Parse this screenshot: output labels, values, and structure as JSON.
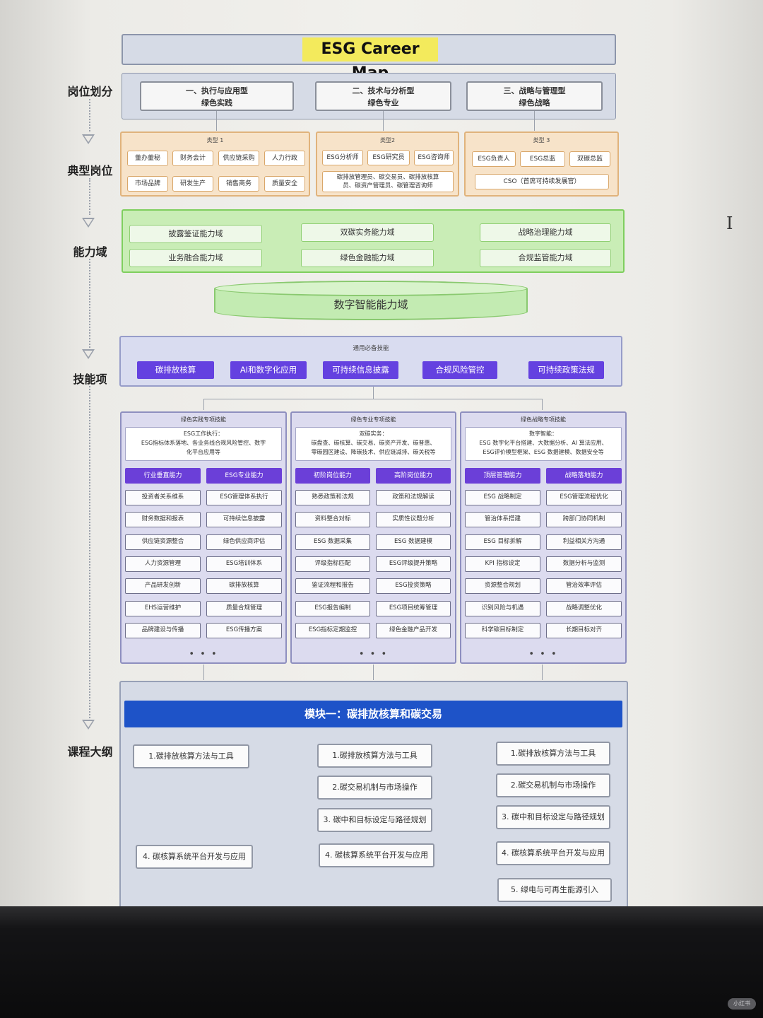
{
  "title": "ESG Career Map",
  "row_labels": [
    "岗位划分",
    "典型岗位",
    "能力域",
    "技能项",
    "课程大纲"
  ],
  "role_types": [
    {
      "line1": "一、执行与应用型",
      "line2": "绿色实践"
    },
    {
      "line1": "二、技术与分析型",
      "line2": "绿色专业"
    },
    {
      "line1": "三、战略与管理型",
      "line2": "绿色战略"
    }
  ],
  "position_groups": [
    {
      "caption": "类型 1",
      "items": [
        "董办董秘",
        "财务会计",
        "供应链采购",
        "人力行政",
        "市场品牌",
        "研发生产",
        "销售商务",
        "质量安全"
      ]
    },
    {
      "caption": "类型2",
      "items": [
        "ESG分析师",
        "ESG研究员",
        "ESG咨询师"
      ],
      "wide_line1": "碳排放管理员、碳交易员、碳排放核算",
      "wide_line2": "员、碳资产管理员、碳管理咨询师"
    },
    {
      "caption": "类型 3",
      "items": [
        "ESG负责人",
        "ESG总监",
        "双碳总监"
      ],
      "wide": "CSO（首席可持续发展官）"
    }
  ],
  "capability_domains": [
    "披露鉴证能力域",
    "双碳实务能力域",
    "战略治理能力域",
    "业务融合能力域",
    "绿色金融能力域",
    "合规监管能力域"
  ],
  "digital_domain": "数字智能能力域",
  "common_skills": {
    "caption": "通用必备技能",
    "items": [
      "碳排放核算",
      "AI和数字化应用",
      "可持续信息披露",
      "合规风险管控",
      "可持续政策法规"
    ]
  },
  "skill_columns": [
    {
      "caption": "绿色实践专项技能",
      "desc_line1": "ESG工作执行：",
      "desc_line2": "ESG指标体系落地、各业务线合规风险管控、数字",
      "desc_line3": "化平台应用等",
      "sub_heads": [
        "行业垂直能力",
        "ESG专业能力"
      ],
      "left": [
        "投资者关系维系",
        "财务数据和报表",
        "供应链资源整合",
        "人力资源管理",
        "产品研发创新",
        "EHS运营维护",
        "品牌建设与传播"
      ],
      "right": [
        "ESG管理体系执行",
        "可持续信息披露",
        "绿色供应商评估",
        "ESG培训体系",
        "碳排放核算",
        "质量合规管理",
        "ESG传播方案"
      ],
      "ellipsis": "• • •"
    },
    {
      "caption": "绿色专业专项技能",
      "desc_line1": "双碳实务：",
      "desc_line2": "碳盘查、碳核算、碳交易、碳资产开发、碳普惠、",
      "desc_line3": "零碳园区建设、降碳技术、供应链减排、碳关税等",
      "sub_heads": [
        "初阶岗位能力",
        "高阶岗位能力"
      ],
      "left": [
        "熟悉政策和法规",
        "资料整合对标",
        "ESG 数据采集",
        "评级指标匹配",
        "鉴证流程和报告",
        "ESG报告编制",
        "ESG指标定期监控"
      ],
      "right": [
        "政策和法规解读",
        "实质性议题分析",
        "ESG 数据建模",
        "ESG评级提升策略",
        "ESG投资策略",
        "ESG项目统筹管理",
        "绿色金融产品开发"
      ],
      "ellipsis": "• • •"
    },
    {
      "caption": "绿色战略专项技能",
      "desc_line1": "数字智能：",
      "desc_line2": "ESG 数字化平台搭建、大数据分析、AI 算法应用、",
      "desc_line3": "ESG评价模型框架、ESG 数据建模、数据安全等",
      "sub_heads": [
        "顶层管理能力",
        "战略落地能力"
      ],
      "left": [
        "ESG 战略制定",
        "管治体系搭建",
        "ESG 目标拆解",
        "KPI 指标设定",
        "资源整合规划",
        "识别风险与机遇",
        "科学碳目标制定"
      ],
      "right": [
        "ESG管理流程优化",
        "跨部门协同机制",
        "利益相关方沟通",
        "数据分析与监测",
        "管治效率评估",
        "战略调整优化",
        "长期目标对齐"
      ],
      "ellipsis": "• • •"
    }
  ],
  "module_title": "模块一：碳排放核算和碳交易",
  "courses": {
    "col1": [
      "1.碳排放核算方法与工具",
      "4. 碳核算系统平台开发与应用"
    ],
    "col2": [
      "1.碳排放核算方法与工具",
      "2.碳交易机制与市场操作",
      "3. 碳中和目标设定与路径规划",
      "4. 碳核算系统平台开发与应用"
    ],
    "col3": [
      "1.碳排放核算方法与工具",
      "2.碳交易机制与市场操作",
      "3. 碳中和目标设定与路径规划",
      "4. 碳核算系统平台开发与应用",
      "5. 绿电与可再生能源引入"
    ]
  },
  "watermark": "小红书",
  "colors": {
    "title_highlight": "#f3ea5c",
    "skill_button": "#6441e0",
    "module_bar": "#1e53c8",
    "capability_green": "#c9edb6",
    "position_orange": "#f7e3c9"
  }
}
